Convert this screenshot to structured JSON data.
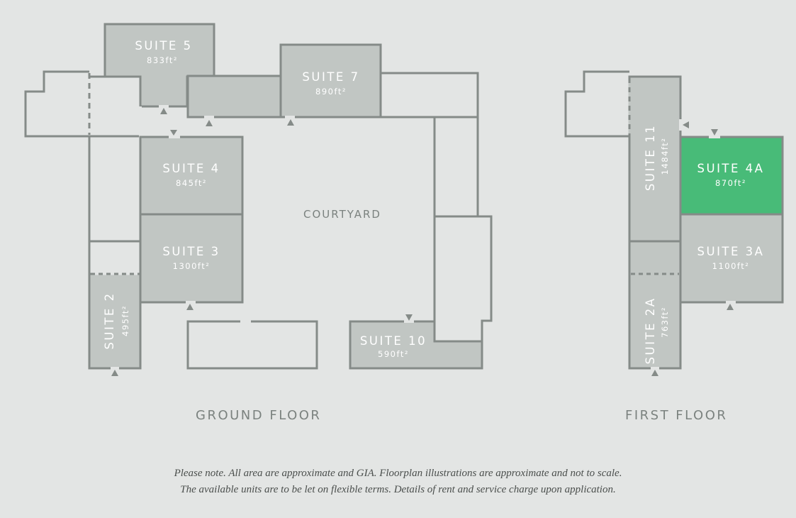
{
  "colors": {
    "background": "#e3e5e4",
    "wall": "#858b88",
    "suite_fill": "#c1c6c3",
    "available_fill": "#48bb78",
    "label_text": "#ffffff",
    "muted_text": "#7b827f"
  },
  "ground_floor": {
    "label": "GROUND FLOOR",
    "courtyard_label": "COURTYARD",
    "suites": [
      {
        "name": "SUITE 5",
        "area": "833ft²",
        "status": "let"
      },
      {
        "name": "SUITE 7",
        "area": "890ft²",
        "status": "let"
      },
      {
        "name": "SUITE 4",
        "area": "845ft²",
        "status": "let"
      },
      {
        "name": "SUITE 3",
        "area": "1300ft²",
        "status": "let"
      },
      {
        "name": "SUITE 2",
        "area": "495ft²",
        "status": "let"
      },
      {
        "name": "SUITE 10",
        "area": "590ft²",
        "status": "let"
      }
    ]
  },
  "first_floor": {
    "label": "FIRST FLOOR",
    "suites": [
      {
        "name": "SUITE 11",
        "area": "1484ft²",
        "status": "let"
      },
      {
        "name": "SUITE 4A",
        "area": "870ft²",
        "status": "available"
      },
      {
        "name": "SUITE 3A",
        "area": "1100ft²",
        "status": "let"
      },
      {
        "name": "SUITE 2A",
        "area": "763ft²",
        "status": "let"
      }
    ]
  },
  "notes": {
    "line1": "Please note. All area are approximate and GIA. Floorplan illustrations are approximate and not to scale.",
    "line2": "The available units are to be let on flexible terms. Details of rent and service charge upon application."
  }
}
